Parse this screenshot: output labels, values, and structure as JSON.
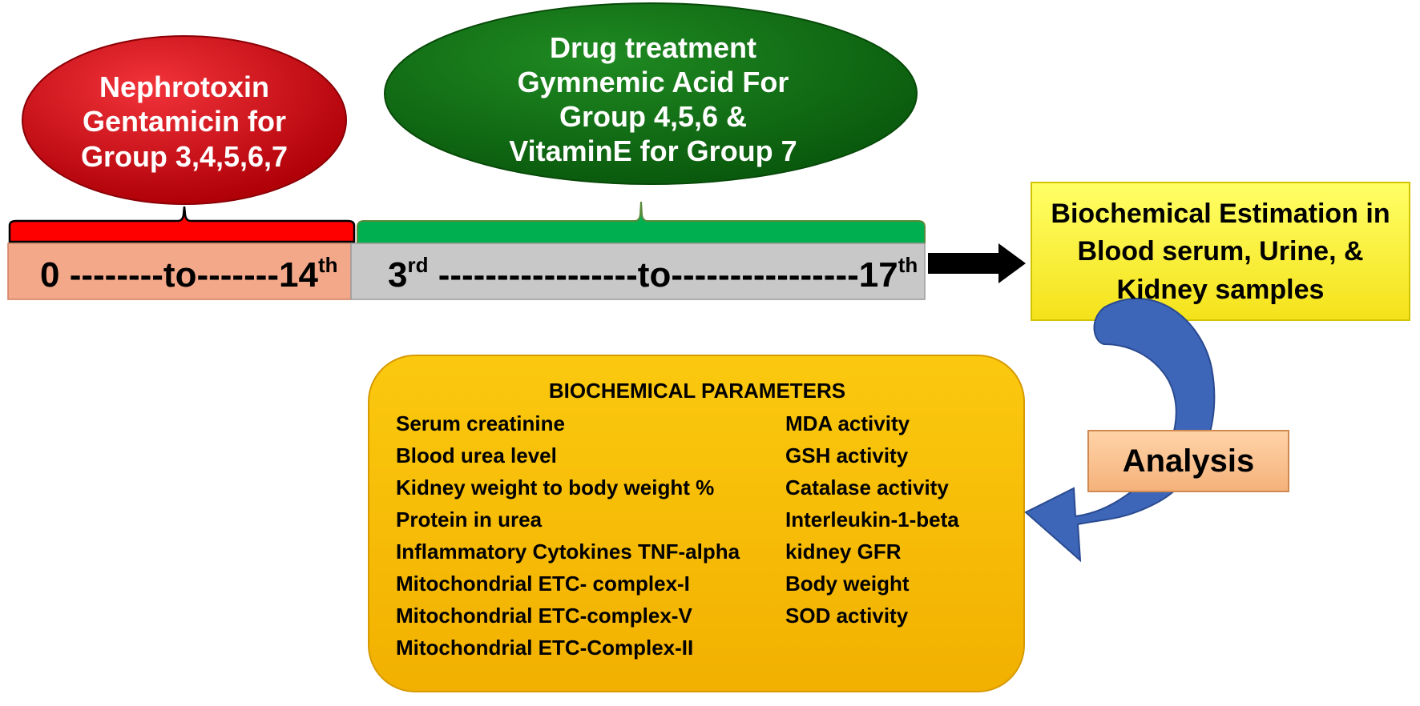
{
  "nephrotoxin": {
    "lines": [
      "Nephrotoxin",
      "Gentamicin for",
      "Group 3,4,5,6,7"
    ],
    "color": "#c8000a"
  },
  "drug_treatment": {
    "lines": [
      "Drug treatment",
      "Gymnemic Acid For",
      "Group 4,5,6 &",
      "VitaminE for Group 7"
    ],
    "color": "#0f6e12"
  },
  "timeline": {
    "segment1": {
      "start": "0",
      "dashes1": " --------to-------",
      "end": "14",
      "end_sup": "th",
      "color": "#f4a88a",
      "bar_color": "#ff0000"
    },
    "segment2": {
      "start": "3",
      "start_sup": "rd",
      "dashes": " -----------------to----------------",
      "end": "17",
      "end_sup": "th",
      "color": "#c8c8c8",
      "bar_color": "#00b050"
    }
  },
  "estimation_box": {
    "lines": [
      "Biochemical Estimation in",
      "Blood serum, Urine, &",
      "Kidney samples"
    ],
    "color": "#ffff3c"
  },
  "analysis_label": {
    "text": "Analysis",
    "color": "#f7c08f"
  },
  "parameters": {
    "title": "BIOCHEMICAL PARAMETERS",
    "left": [
      "Serum creatinine",
      "Blood urea level",
      "Kidney weight to body weight %",
      "Protein in urea",
      "Inflammatory Cytokines TNF-alpha",
      "Mitochondrial ETC- complex-I",
      "Mitochondrial ETC-complex-V",
      "Mitochondrial ETC-Complex-II"
    ],
    "right": [
      "MDA  activity",
      "GSH activity",
      "Catalase activity",
      "Interleukin-1-beta",
      "kidney GFR",
      "Body weight",
      "SOD activity"
    ],
    "color": "#f5b800"
  },
  "arrow_color": "#3a62b4"
}
